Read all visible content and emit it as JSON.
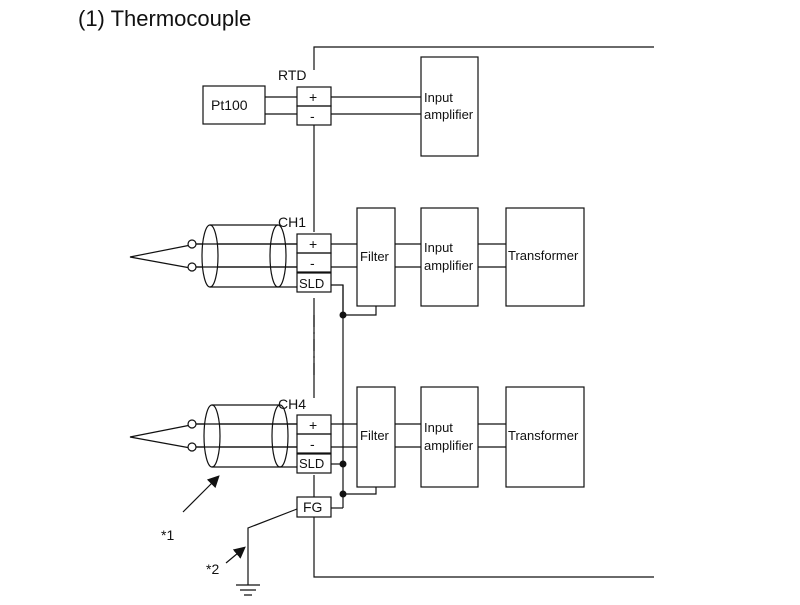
{
  "title": "(1)   Thermocouple",
  "rtd": {
    "label": "RTD",
    "sensor": "Pt100",
    "plus": "+",
    "minus": "-"
  },
  "ch1": {
    "label": "CH1",
    "plus": "+",
    "minus": "-",
    "sld": "SLD"
  },
  "ch4": {
    "label": "CH4",
    "plus": "+",
    "minus": "-",
    "sld": "SLD"
  },
  "fg": "FG",
  "filter": "Filter",
  "amp_line1": "Input",
  "amp_line2": "amplifier",
  "transformer": "Transformer",
  "note1": "*1",
  "note2": "*2"
}
